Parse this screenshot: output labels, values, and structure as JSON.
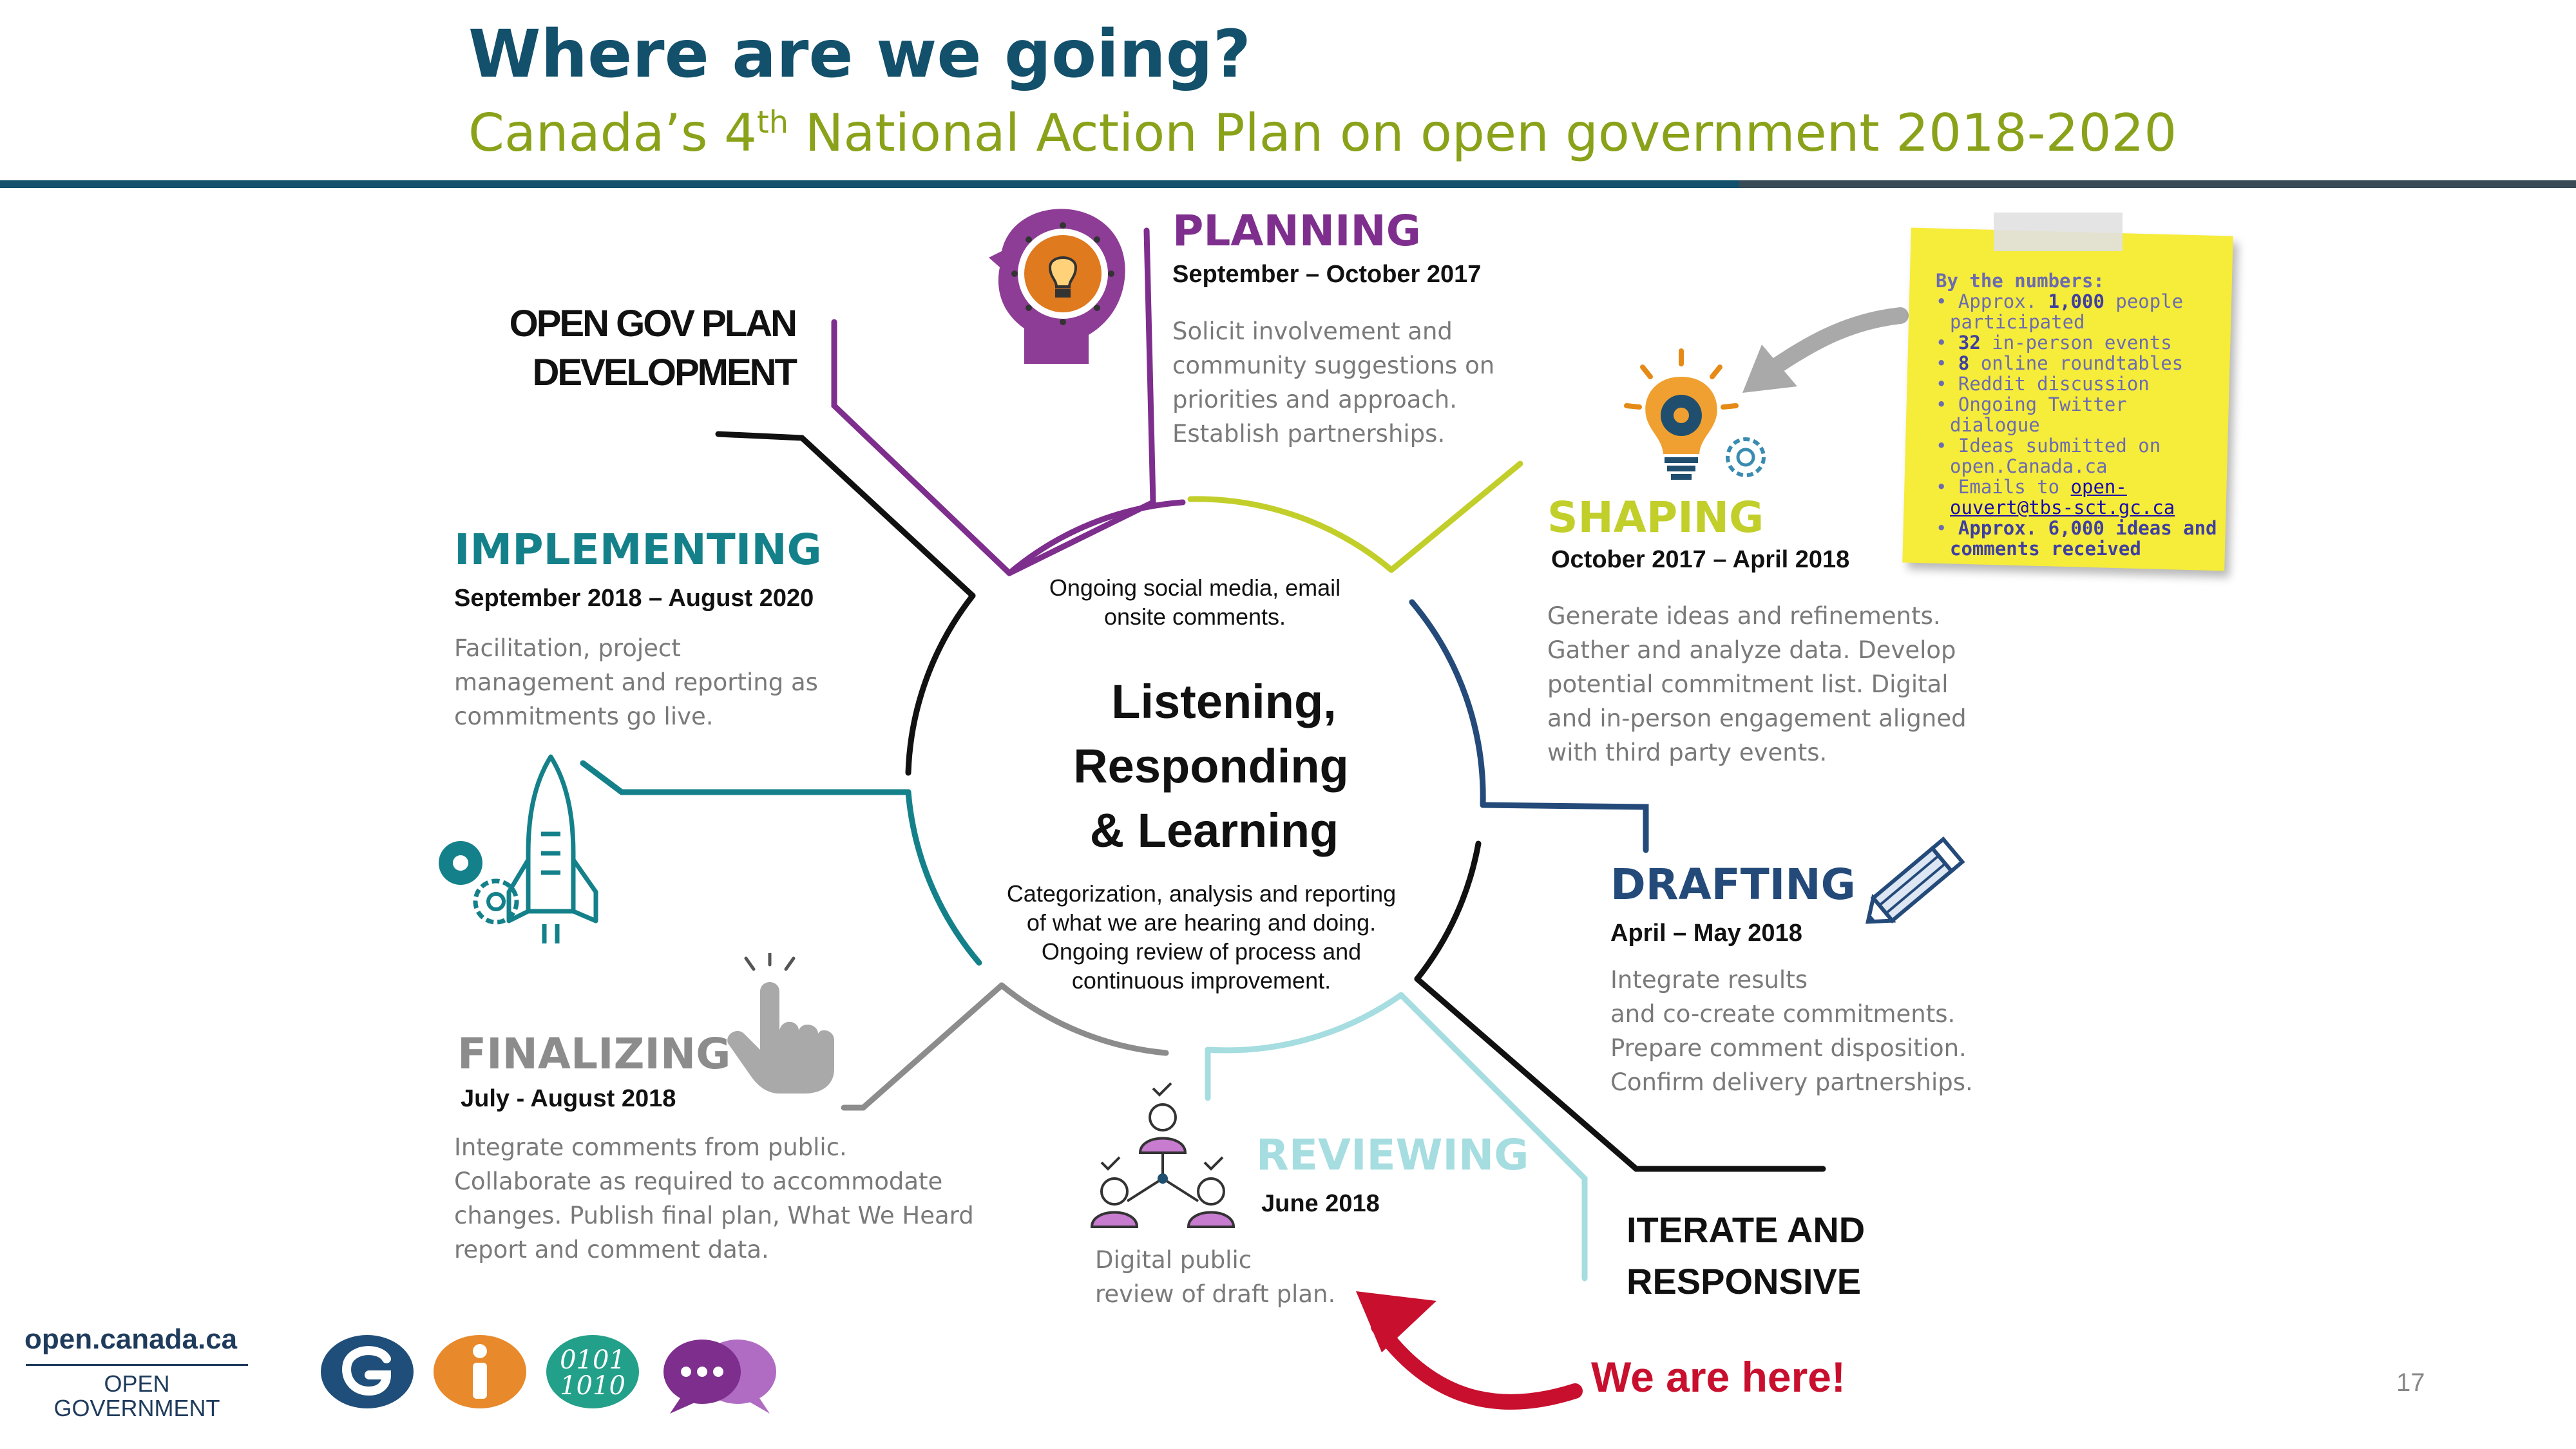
{
  "header": {
    "title": "Where are we going?",
    "subtitle_pre": "Canada’s 4",
    "subtitle_sup": "th",
    "subtitle_post": " National Action Plan on open government 2018-2020"
  },
  "colors": {
    "header_blue": "#12506b",
    "header_green": "#8aa21a",
    "planning": "#7e2e8d",
    "shaping": "#c2cf2b",
    "drafting": "#244a7a",
    "reviewing": "#a5dde0",
    "finalizing": "#8c8c8c",
    "implementing": "#14818a",
    "here": "#c8102e",
    "note": "#f6ec3a"
  },
  "dev_heading": [
    "OPEN GOV PLAN",
    "DEVELOPMENT"
  ],
  "center": {
    "top_note": [
      "Ongoing social media, email",
      "onsite comments."
    ],
    "main": [
      "Listening,",
      "Responding",
      "& Learning"
    ],
    "bottom_note": [
      "Categorization, analysis and reporting",
      "of what we are hearing and doing.",
      "Ongoing review of process and",
      "continuous improvement."
    ]
  },
  "phases": {
    "planning": {
      "title": "PLANNING",
      "dates": "September – October 2017",
      "desc": [
        "Solicit involvement and",
        "community suggestions on",
        "priorities and approach.",
        "Establish partnerships."
      ],
      "icon": "head-lightbulb-icon"
    },
    "shaping": {
      "title": "SHAPING",
      "dates": "October 2017 – April 2018",
      "desc": [
        "Generate ideas and refinements.",
        "Gather and analyze data. Develop",
        "potential commitment list.  Digital",
        "and in-person  engagement aligned",
        "with third party events."
      ],
      "icon": "lightbulb-gear-icon"
    },
    "drafting": {
      "title": "DRAFTING",
      "dates": "April – May 2018",
      "desc": [
        "Integrate results",
        "and co-create commitments.",
        "Prepare comment disposition.",
        "Confirm delivery partnerships."
      ],
      "icon": "pencil-icon"
    },
    "reviewing": {
      "title": "REVIEWING",
      "dates": "June 2018",
      "desc": [
        "Digital public",
        "review of draft plan."
      ],
      "icon": "people-network-icon"
    },
    "finalizing": {
      "title": "FINALIZING",
      "dates": "July - August 2018",
      "desc": [
        "Integrate comments from public.",
        "Collaborate as required to accommodate",
        "changes. Publish final plan, What We Heard",
        "report and comment data."
      ],
      "icon": "pointing-hand-icon"
    },
    "implementing": {
      "title": "IMPLEMENTING",
      "dates": "September 2018 – August  2020",
      "desc": [
        "Facilitation, project",
        "management and reporting as",
        "commitments go live."
      ],
      "icon": "rocket-gears-icon"
    }
  },
  "iterate": [
    "ITERATE AND",
    "RESPONSIVE"
  ],
  "here": "We are here!",
  "sticky_note": {
    "title": "By the numbers:",
    "items": [
      {
        "pre": "Approx. ",
        "strong": "1,000",
        "post": " people participated"
      },
      {
        "pre": "",
        "strong": "32",
        "post": " in-person events"
      },
      {
        "pre": "",
        "strong": "8",
        "post": " online roundtables"
      },
      {
        "pre": "Reddit discussion",
        "strong": "",
        "post": ""
      },
      {
        "pre": "Ongoing Twitter dialogue",
        "strong": "",
        "post": ""
      },
      {
        "pre": "Ideas submitted on open.Canada.ca",
        "strong": "",
        "post": ""
      },
      {
        "pre": "Emails to ",
        "link": "open-ouvert@tbs-sct.gc.ca"
      },
      {
        "pre": "",
        "strong": "Approx. 6,000 ideas and comments received",
        "post": ""
      }
    ]
  },
  "footer": {
    "site": "open.canada.ca",
    "open_gov": [
      "OPEN",
      "GOVERNMENT"
    ],
    "page_number": "17",
    "binary_lines": [
      "0101",
      "1010"
    ],
    "logo_icons": [
      "g-logo-icon",
      "info-icon",
      "binary-icon",
      "speech-bubbles-icon"
    ]
  }
}
